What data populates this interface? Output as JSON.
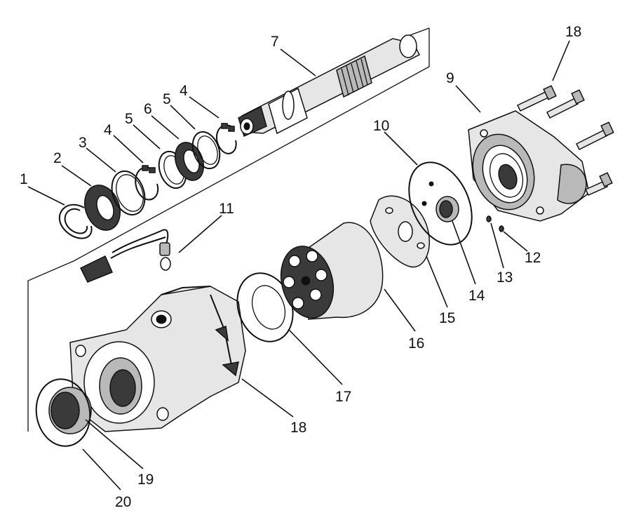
{
  "callouts": [
    {
      "id": "c1",
      "text": "1"
    },
    {
      "id": "c2",
      "text": "2"
    },
    {
      "id": "c3",
      "text": "3"
    },
    {
      "id": "c4a",
      "text": "4"
    },
    {
      "id": "c5a",
      "text": "5"
    },
    {
      "id": "c6",
      "text": "6"
    },
    {
      "id": "c5b",
      "text": "5"
    },
    {
      "id": "c4b",
      "text": "4"
    },
    {
      "id": "c7",
      "text": "7"
    },
    {
      "id": "c9",
      "text": "9"
    },
    {
      "id": "c18a",
      "text": "18"
    },
    {
      "id": "c10",
      "text": "10"
    },
    {
      "id": "c11",
      "text": "11"
    },
    {
      "id": "c12",
      "text": "12"
    },
    {
      "id": "c13",
      "text": "13"
    },
    {
      "id": "c14",
      "text": "14"
    },
    {
      "id": "c15",
      "text": "15"
    },
    {
      "id": "c16",
      "text": "16"
    },
    {
      "id": "c17",
      "text": "17"
    },
    {
      "id": "c18b",
      "text": "18"
    },
    {
      "id": "c19",
      "text": "19"
    },
    {
      "id": "c20",
      "text": "20"
    }
  ]
}
